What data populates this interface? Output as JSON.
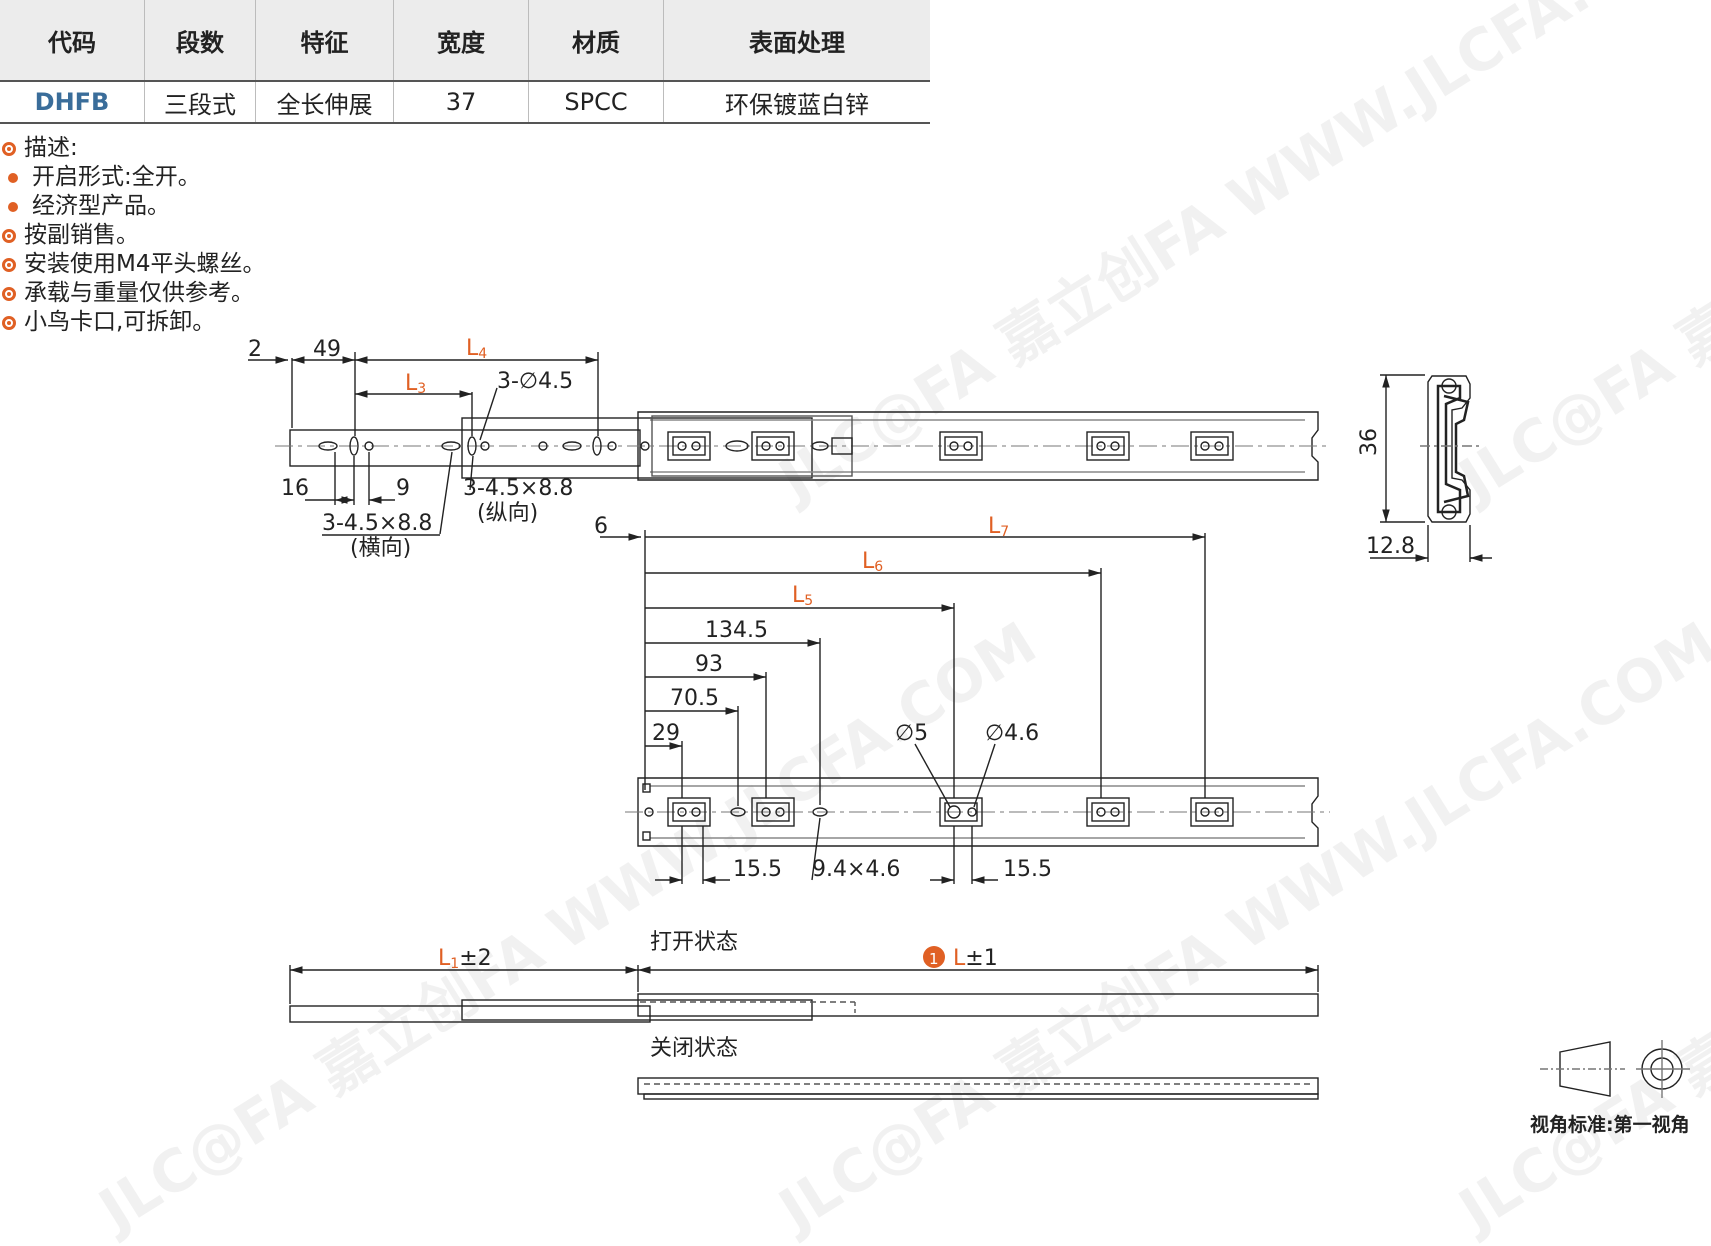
{
  "table": {
    "headers": [
      "代码",
      "段数",
      "特征",
      "宽度",
      "材质",
      "表面处理"
    ],
    "row": [
      "DHFB",
      "三段式",
      "全长伸展",
      "37",
      "SPCC",
      "环保镀蓝白锌"
    ]
  },
  "notes": [
    {
      "style": "ring",
      "text": "描述:"
    },
    {
      "style": "dot",
      "text": "开启形式:全开。"
    },
    {
      "style": "dot",
      "text": "经济型产品。"
    },
    {
      "style": "ring",
      "text": "按副销售。"
    },
    {
      "style": "ring",
      "text": "安装使用M4平头螺丝。"
    },
    {
      "style": "ring",
      "text": "承载与重量仅供参考。"
    },
    {
      "style": "ring",
      "text": "小鸟卡口,可拆卸。"
    }
  ],
  "dims": {
    "d2": "2",
    "d49": "49",
    "L4": "L",
    "L4s": "4",
    "L3": "L",
    "L3s": "3",
    "hole3": "3-∅4.5",
    "d16": "16",
    "d9": "9",
    "slotA": "3-4.5×8.8",
    "slotA_dir": "(纵向)",
    "slotB": "3-4.5×8.8",
    "slotB_dir": "(横向)",
    "h36": "36",
    "w128": "12.8",
    "d6": "6",
    "L7": "L",
    "L7s": "7",
    "L6": "L",
    "L6s": "6",
    "L5": "L",
    "L5s": "5",
    "d1345": "134.5",
    "d93": "93",
    "d705": "70.5",
    "d29": "29",
    "phi5": "∅5",
    "phi46": "∅4.6",
    "d155a": "15.5",
    "slot94": "9.4×4.6",
    "d155b": "15.5",
    "L1": "L",
    "L1s": "1",
    "L1tol": "±2",
    "Ltol_badge": "1",
    "L": "L",
    "Ltol": "±1"
  },
  "captions": {
    "open": "打开状态",
    "closed": "关闭状态",
    "view": "视角标准:第一视角"
  },
  "watermark": "JLC@FA 嘉立创FA WWW.JLCFA.COM",
  "colors": {
    "accent": "#e06024",
    "code": "#3a6d9a",
    "header_bg": "#ececec"
  }
}
